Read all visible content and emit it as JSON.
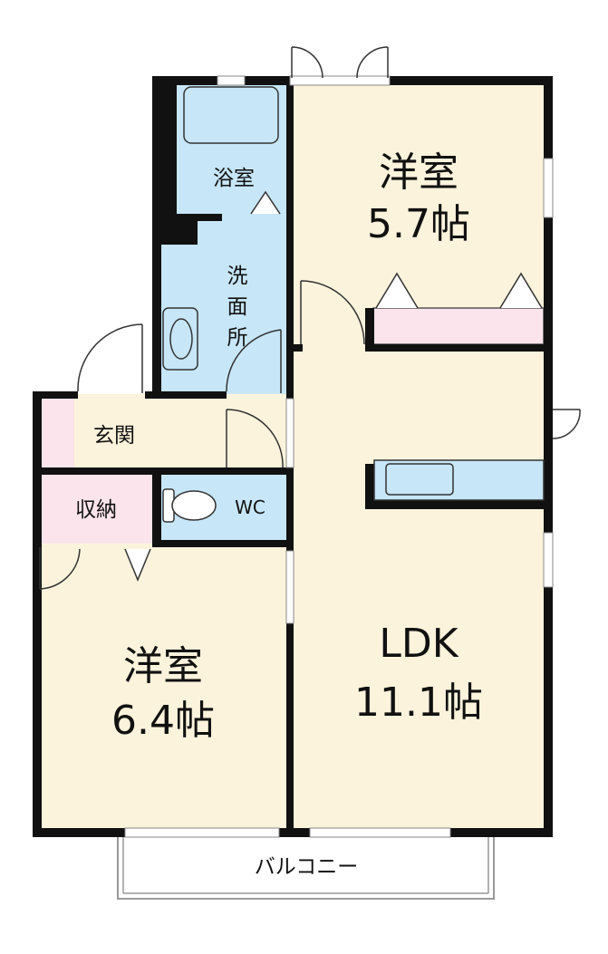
{
  "rooms": {
    "western_north": {
      "name": "洋室",
      "size": "5.7帖"
    },
    "western_south": {
      "name": "洋室",
      "size": "6.4帖"
    },
    "ldk": {
      "name": "LDK",
      "size": "11.1帖"
    },
    "bath": {
      "name": "浴室"
    },
    "washroom": {
      "name": "洗面所",
      "chars": [
        "洗",
        "面",
        "所"
      ]
    },
    "entrance": {
      "name": "玄関"
    },
    "storage": {
      "name": "収納"
    },
    "toilet": {
      "name": "WC"
    },
    "balcony": {
      "name": "バルコニー"
    }
  },
  "colors": {
    "room_fill": "#fcf3dc",
    "wet_fill": "#c7e6f7",
    "storage_fill": "#fbe4ec",
    "wall": "#111111"
  }
}
